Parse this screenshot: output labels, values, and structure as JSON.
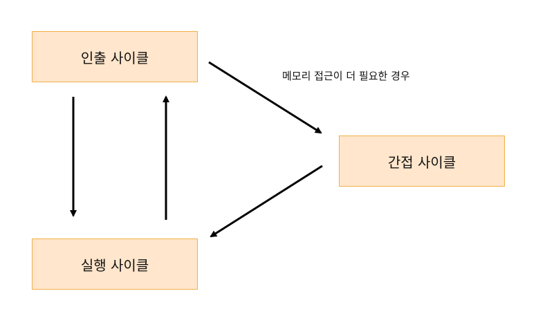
{
  "nodes": {
    "fetch": "인출 사이클",
    "indirect": "간접 사이클",
    "execute": "실행 사이클"
  },
  "edge_label": "메모리 접근이 더 필요한 경우",
  "colors": {
    "node_fill": "#ffe6cc",
    "node_border": "#f0b04a",
    "arrow": "#000000"
  }
}
